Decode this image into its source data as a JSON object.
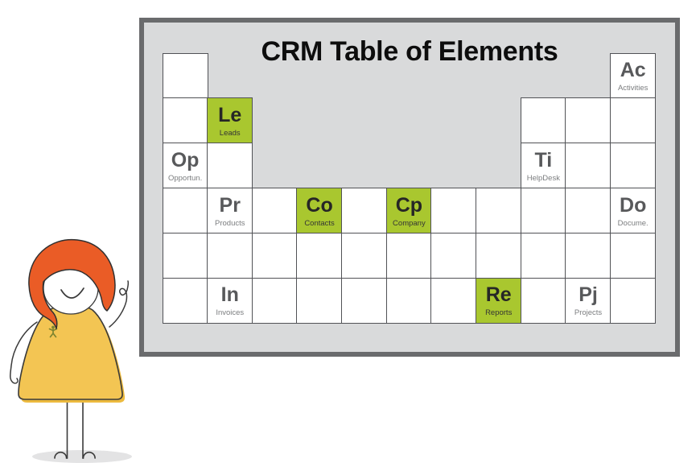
{
  "board": {
    "title": "CRM Table of Elements",
    "grid": {
      "rows": 6,
      "columns": 11
    },
    "cells": [
      {
        "row": 1,
        "col": 1,
        "symbol": "",
        "name": "",
        "green": false
      },
      {
        "row": 1,
        "col": 11,
        "symbol": "Ac",
        "name": "Activities",
        "green": false
      },
      {
        "row": 2,
        "col": 1,
        "symbol": "",
        "name": "",
        "green": false
      },
      {
        "row": 2,
        "col": 2,
        "symbol": "Le",
        "name": "Leads",
        "green": true
      },
      {
        "row": 2,
        "col": 9,
        "symbol": "",
        "name": "",
        "green": false
      },
      {
        "row": 2,
        "col": 10,
        "symbol": "",
        "name": "",
        "green": false
      },
      {
        "row": 2,
        "col": 11,
        "symbol": "",
        "name": "",
        "green": false
      },
      {
        "row": 3,
        "col": 1,
        "symbol": "Op",
        "name": "Opportun.",
        "green": false
      },
      {
        "row": 3,
        "col": 2,
        "symbol": "",
        "name": "",
        "green": false
      },
      {
        "row": 3,
        "col": 9,
        "symbol": "Ti",
        "name": "HelpDesk",
        "green": false
      },
      {
        "row": 3,
        "col": 10,
        "symbol": "",
        "name": "",
        "green": false
      },
      {
        "row": 3,
        "col": 11,
        "symbol": "",
        "name": "",
        "green": false
      },
      {
        "row": 4,
        "col": 1,
        "symbol": "",
        "name": "",
        "green": false
      },
      {
        "row": 4,
        "col": 2,
        "symbol": "Pr",
        "name": "Products",
        "green": false
      },
      {
        "row": 4,
        "col": 3,
        "symbol": "",
        "name": "",
        "green": false
      },
      {
        "row": 4,
        "col": 4,
        "symbol": "Co",
        "name": "Contacts",
        "green": true
      },
      {
        "row": 4,
        "col": 5,
        "symbol": "",
        "name": "",
        "green": false
      },
      {
        "row": 4,
        "col": 6,
        "symbol": "Cp",
        "name": "Company",
        "green": true
      },
      {
        "row": 4,
        "col": 7,
        "symbol": "",
        "name": "",
        "green": false
      },
      {
        "row": 4,
        "col": 8,
        "symbol": "",
        "name": "",
        "green": false
      },
      {
        "row": 4,
        "col": 9,
        "symbol": "",
        "name": "",
        "green": false
      },
      {
        "row": 4,
        "col": 10,
        "symbol": "",
        "name": "",
        "green": false
      },
      {
        "row": 4,
        "col": 11,
        "symbol": "Do",
        "name": "Docume.",
        "green": false
      },
      {
        "row": 5,
        "col": 1,
        "symbol": "",
        "name": "",
        "green": false
      },
      {
        "row": 5,
        "col": 2,
        "symbol": "",
        "name": "",
        "green": false
      },
      {
        "row": 5,
        "col": 3,
        "symbol": "",
        "name": "",
        "green": false
      },
      {
        "row": 5,
        "col": 4,
        "symbol": "",
        "name": "",
        "green": false
      },
      {
        "row": 5,
        "col": 5,
        "symbol": "",
        "name": "",
        "green": false
      },
      {
        "row": 5,
        "col": 6,
        "symbol": "",
        "name": "",
        "green": false
      },
      {
        "row": 5,
        "col": 7,
        "symbol": "",
        "name": "",
        "green": false
      },
      {
        "row": 5,
        "col": 8,
        "symbol": "",
        "name": "",
        "green": false
      },
      {
        "row": 5,
        "col": 9,
        "symbol": "",
        "name": "",
        "green": false
      },
      {
        "row": 5,
        "col": 10,
        "symbol": "",
        "name": "",
        "green": false
      },
      {
        "row": 5,
        "col": 11,
        "symbol": "",
        "name": "",
        "green": false
      },
      {
        "row": 6,
        "col": 1,
        "symbol": "",
        "name": "",
        "green": false
      },
      {
        "row": 6,
        "col": 2,
        "symbol": "In",
        "name": "Invoices",
        "green": false
      },
      {
        "row": 6,
        "col": 3,
        "symbol": "",
        "name": "",
        "green": false
      },
      {
        "row": 6,
        "col": 4,
        "symbol": "",
        "name": "",
        "green": false
      },
      {
        "row": 6,
        "col": 5,
        "symbol": "",
        "name": "",
        "green": false
      },
      {
        "row": 6,
        "col": 6,
        "symbol": "",
        "name": "",
        "green": false
      },
      {
        "row": 6,
        "col": 7,
        "symbol": "",
        "name": "",
        "green": false
      },
      {
        "row": 6,
        "col": 8,
        "symbol": "Re",
        "name": "Reports",
        "green": true
      },
      {
        "row": 6,
        "col": 9,
        "symbol": "",
        "name": "",
        "green": false
      },
      {
        "row": 6,
        "col": 10,
        "symbol": "Pj",
        "name": "Projects",
        "green": false
      },
      {
        "row": 6,
        "col": 11,
        "symbol": "",
        "name": "",
        "green": false
      }
    ],
    "colors": {
      "board_bg": "#d9dadb",
      "board_border": "#6a6b6d",
      "cell_border": "#515256",
      "green": "#a9c72f",
      "symbol": "#58595b",
      "name": "#7b7d7f",
      "green_symbol": "#262626",
      "green_name": "#343434",
      "title": "#0d0d0d"
    }
  },
  "character": {
    "colors": {
      "hair": "#ea5c26",
      "dress": "#f3c553",
      "dress_shadow": "#ecba3e",
      "outline": "#3a3a3a",
      "logo": "#7d8430",
      "ground_shadow": "#e3e3e4"
    }
  }
}
